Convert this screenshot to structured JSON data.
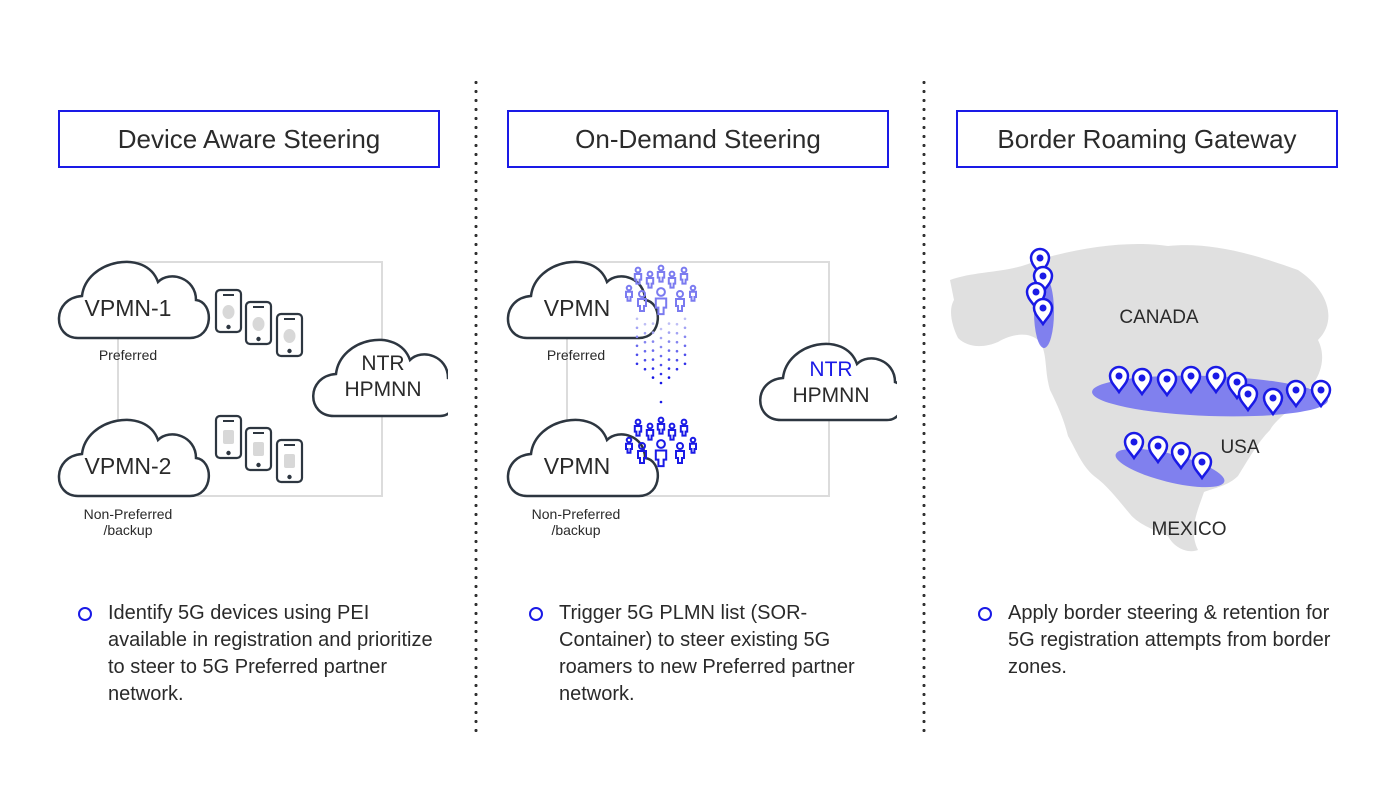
{
  "panels": [
    {
      "title": "Device Aware Steering",
      "cloud_top": "VPMN-1",
      "cloud_top_caption": "Preferred",
      "cloud_bottom": "VPMN-2",
      "cloud_bottom_caption_line1": "Non-Preferred",
      "cloud_bottom_caption_line2": "/backup",
      "cloud_right_line1": "NTR",
      "cloud_right_line2": "HPMNN",
      "top_devices_icon": "apple-phone-icon",
      "bottom_devices_icon": "android-phone-icon",
      "bullet": "Identify 5G devices using PEI available in registration and prioritize to steer to 5G Preferred partner network."
    },
    {
      "title": "On-Demand Steering",
      "cloud_top": "VPMN",
      "cloud_top_caption": "Preferred",
      "cloud_bottom": "VPMN",
      "cloud_bottom_caption_line1": "Non-Preferred",
      "cloud_bottom_caption_line2": "/backup",
      "cloud_right_line1": "NTR",
      "cloud_right_line2": "HPMNN",
      "bullet": "Trigger 5G PLMN list (SOR-Container) to steer existing 5G roamers to new Preferred partner network."
    },
    {
      "title": "Border Roaming Gateway",
      "labels": {
        "canada": "CANADA",
        "usa": "USA",
        "mexico": "MEXICO"
      },
      "bullet": "Apply border steering & retention for 5G registration attempts from border zones."
    }
  ],
  "colors": {
    "accent": "#1a1ae6",
    "accent_light": "#7b7bf0",
    "zone_fill": "#6e6ef0",
    "map_gray": "#e0e0e0",
    "text": "#2a2a2a",
    "cloud_stroke": "#2d3640"
  }
}
